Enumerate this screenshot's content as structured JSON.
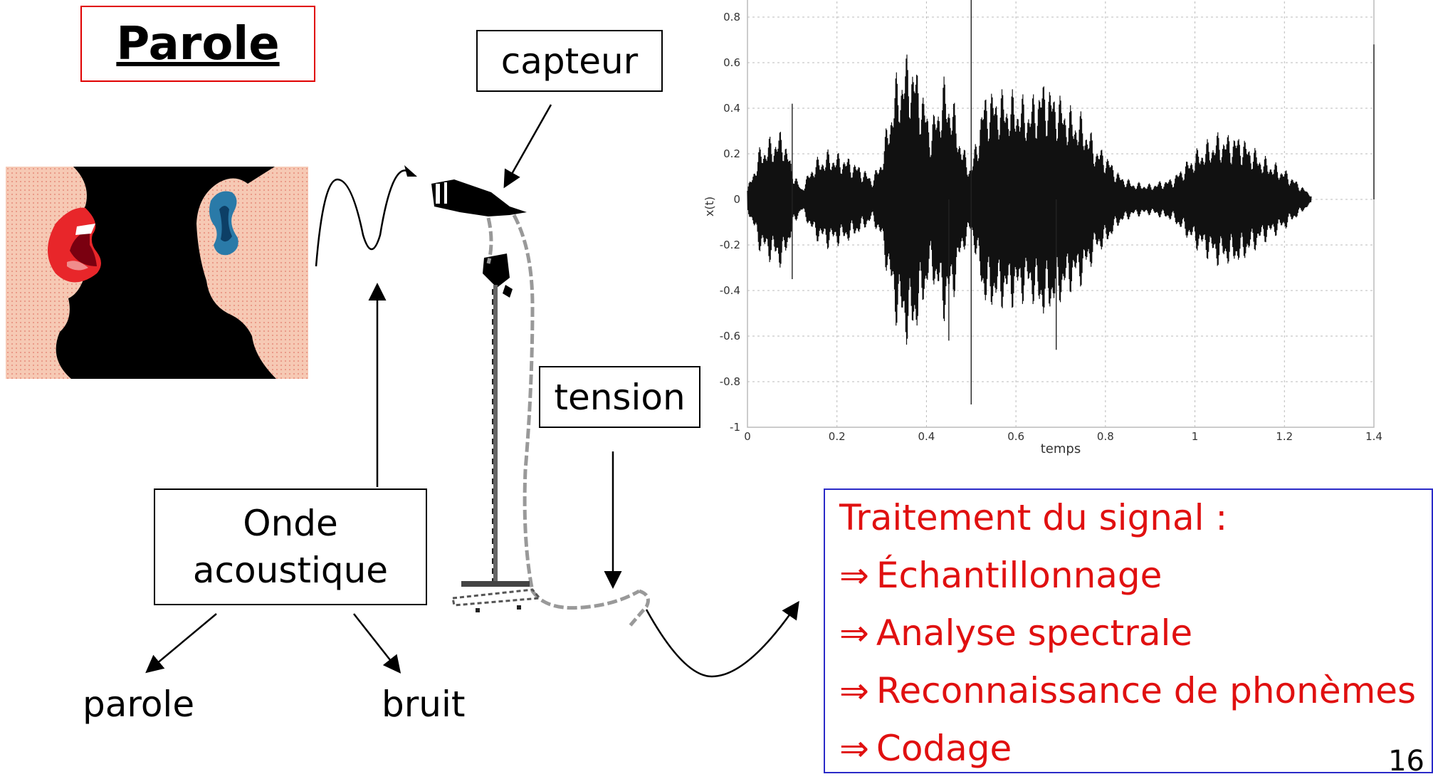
{
  "slide": {
    "title": "Parole",
    "page_number": "16"
  },
  "labels": {
    "capteur": "capteur",
    "tension": "tension",
    "onde_line1": "Onde",
    "onde_line2": "acoustique",
    "parole": "parole",
    "bruit": "bruit"
  },
  "processing": {
    "heading": "Traitement du signal :",
    "arrow": "⇒",
    "steps": [
      "Échantillonnage",
      "Analyse spectrale",
      "Reconnaissance de phonèmes",
      "Codage"
    ]
  },
  "chart_data": {
    "type": "line",
    "xlabel": "temps",
    "ylabel": "x(t)",
    "xlim": [
      0,
      1.4
    ],
    "ylim": [
      -1,
      1
    ],
    "grid": true,
    "x_ticks": [
      "0",
      "0.2",
      "0.4",
      "0.6",
      "0.8",
      "1",
      "1.2",
      "1.4"
    ],
    "y_ticks": [
      "-1",
      "-0.8",
      "-0.6",
      "-0.4",
      "-0.2",
      "0",
      "0.2",
      "0.4",
      "0.6",
      "0.8"
    ],
    "envelope": {
      "t": [
        0.0,
        0.03,
        0.08,
        0.1,
        0.12,
        0.15,
        0.18,
        0.22,
        0.25,
        0.28,
        0.3,
        0.33,
        0.36,
        0.38,
        0.41,
        0.44,
        0.46,
        0.48,
        0.5,
        0.53,
        0.56,
        0.6,
        0.63,
        0.66,
        0.69,
        0.72,
        0.75,
        0.78,
        0.8,
        0.83,
        0.86,
        0.9,
        0.95,
        1.0,
        1.05,
        1.1,
        1.15,
        1.2,
        1.24,
        1.26
      ],
      "amp": [
        0.05,
        0.25,
        0.32,
        0.15,
        0.05,
        0.18,
        0.22,
        0.2,
        0.16,
        0.1,
        0.2,
        0.55,
        0.68,
        0.6,
        0.35,
        0.55,
        0.45,
        0.25,
        0.15,
        0.5,
        0.5,
        0.48,
        0.45,
        0.55,
        0.5,
        0.42,
        0.38,
        0.25,
        0.22,
        0.12,
        0.08,
        0.07,
        0.1,
        0.22,
        0.3,
        0.3,
        0.2,
        0.14,
        0.06,
        0.02
      ]
    },
    "spikes": [
      {
        "t": 0.1,
        "y": 0.42
      },
      {
        "t": 0.1,
        "y": -0.35
      },
      {
        "t": 0.5,
        "y": 1.0
      },
      {
        "t": 0.5,
        "y": -0.9
      },
      {
        "t": 0.45,
        "y": -0.62
      },
      {
        "t": 0.69,
        "y": -0.66
      },
      {
        "t": 1.4,
        "y": 0.68
      }
    ]
  }
}
